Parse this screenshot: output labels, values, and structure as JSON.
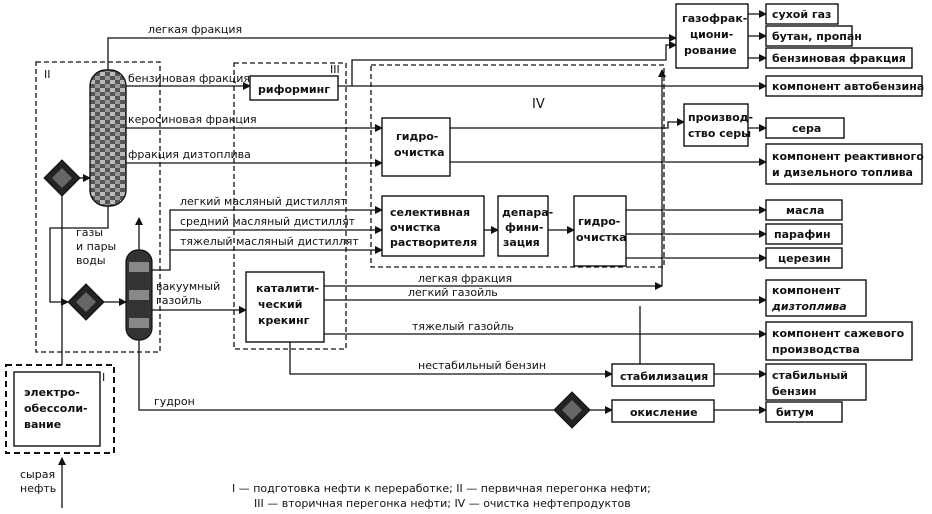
{
  "sections": {
    "I": "I",
    "II": "II",
    "III": "III",
    "IV": "IV"
  },
  "boxes": {
    "desalting": [
      "электро-",
      "обессоли-",
      "вание"
    ],
    "reforming": "риформинг",
    "hydrotreat1": [
      "гидро-",
      "очистка"
    ],
    "selective": [
      "селективная",
      "очистка",
      "растворителя"
    ],
    "dewaxing": [
      "депара-",
      "фини-",
      "зация"
    ],
    "hydrotreat2": [
      "гидро-",
      "очистка"
    ],
    "cracking": [
      "каталити-",
      "ческий",
      "крекинг"
    ],
    "gasfrac": [
      "газофрак-",
      "циони-",
      "рование"
    ],
    "sulfur_prod": [
      "производ-",
      "ство серы"
    ],
    "stabilization": "стабилизация",
    "oxidation": "окисление"
  },
  "products": {
    "dry_gas": "сухой газ",
    "butane": "бутан, пропан",
    "gasoline_frac": "бензиновая фракция",
    "autogas": "компонент автобензина",
    "sulfur": "сера",
    "jet_diesel": [
      "компонент реактивного",
      "и дизельного топлива"
    ],
    "oils": "масла",
    "paraffin": "парафин",
    "ceresin": "церезин",
    "diesel_comp": [
      "компонент",
      "дизтоплива"
    ],
    "soot_comp": [
      "компонент сажевого",
      "производства"
    ],
    "stable_gas": [
      "стабильный",
      "бензин"
    ],
    "bitumen": "битум"
  },
  "flows": {
    "light_frac_top": "легкая фракция",
    "gasoline_fraction": "бензиновая фракция",
    "kerosene": "керосиновая фракция",
    "diesel_fraction": "фракция дизтоплива",
    "light_oil": "легкий масляный дистиллят",
    "medium_oil": "средний масляный дистиллят",
    "heavy_oil": "тяжелый масляный дистиллят",
    "gases": [
      "газы",
      "и пары",
      "воды"
    ],
    "vacuum_gasoil": [
      "вакуумный",
      "газойль"
    ],
    "crack_light": "легкая фракция",
    "light_gasoil": "легкий газойль",
    "heavy_gasoil": "тяжелый газойль",
    "unstable_gas": "нестабильный бензин",
    "tar": "гудрон",
    "crude": [
      "сырая",
      "нефть"
    ]
  },
  "caption": [
    "I — подготовка нефти к переработке; II — первичная перегонка нефти;",
    "III — вторичная перегонка нефти; IV — очистка нефтепродуктов"
  ]
}
